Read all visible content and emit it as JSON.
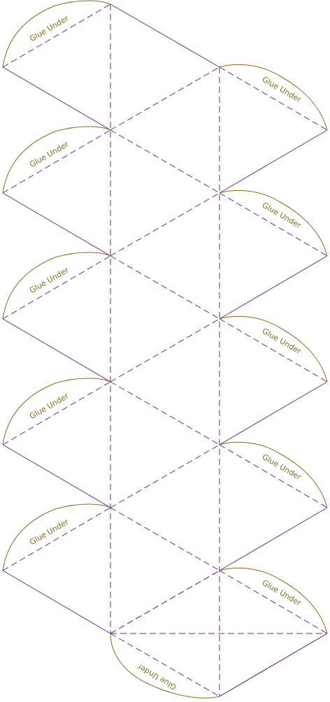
{
  "colors": {
    "face_line": "#6a2d9e",
    "tab_line": "#8a6a1c",
    "tab_text": "#8a6a1c",
    "background": "#ffffff"
  },
  "labels": {
    "glue": "Glue Under"
  },
  "tabs": [
    {
      "id": "tab-left-1",
      "text": "Glue Under"
    },
    {
      "id": "tab-left-2",
      "text": "Glue Under"
    },
    {
      "id": "tab-left-3",
      "text": "Glue Under"
    },
    {
      "id": "tab-left-4",
      "text": "Glue Under"
    },
    {
      "id": "tab-left-5",
      "text": "Glue Under"
    },
    {
      "id": "tab-right-1",
      "text": "Glue Under"
    },
    {
      "id": "tab-right-2",
      "text": "Glue Under"
    },
    {
      "id": "tab-right-3",
      "text": "Glue Under"
    },
    {
      "id": "tab-right-4",
      "text": "Glue Under"
    },
    {
      "id": "tab-right-5",
      "text": "Glue Under"
    },
    {
      "id": "tab-bottom",
      "text": "Glue Under"
    }
  ]
}
